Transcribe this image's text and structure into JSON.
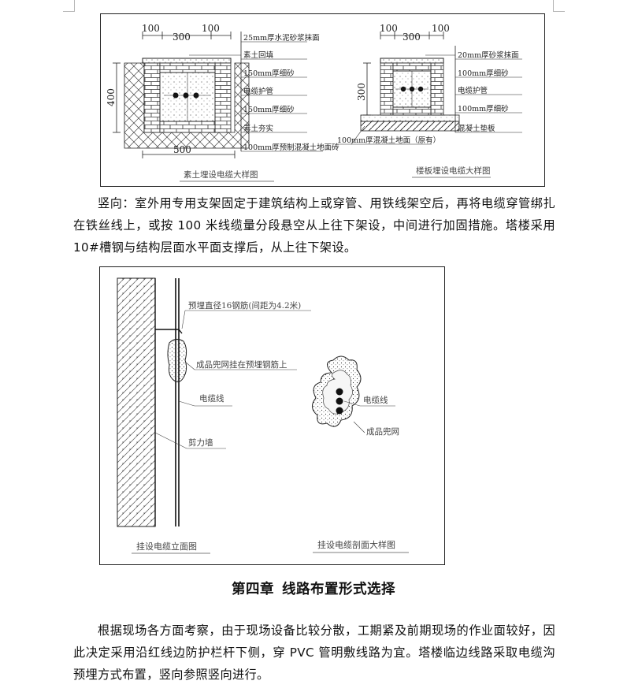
{
  "figure_top": {
    "left_section": {
      "dimensions": {
        "top_left": "100",
        "top_mid": "300",
        "top_right": "100",
        "side": "400",
        "bottom": "500"
      },
      "layers": [
        "25mm厚水泥砂浆抹面",
        "素土回填",
        "150mm厚细砂",
        "电缆护管",
        "150mm厚细砂",
        "素土夯实",
        "100mm厚预制混凝土地面砖"
      ],
      "caption": "素土埋设电缆大样图"
    },
    "right_section": {
      "dimensions": {
        "top_left": "100",
        "top_mid": "300",
        "top_right": "100",
        "side": "300"
      },
      "layers": [
        "20mm厚砂浆抹面",
        "100mm厚细砂",
        "电缆护管",
        "100mm厚细砂",
        "混凝土垫板"
      ],
      "bottom_label": "100mm厚混凝土地面（原有）",
      "caption": "楼板埋设电缆大样图"
    }
  },
  "paragraph_1": "竖向：室外用专用支架固定于建筑结构上或穿管、用铁线架空后，再将电缆穿管绑扎在铁丝线上，或按 100 米线缆量分段悬空从上往下架设，中间进行加固措施。塔楼采用 10#槽钢与结构层面水平面支撑后，从上往下架设。",
  "figure_bottom": {
    "labels": {
      "rebar": "预埋直径16钢筋(间距为4.2米)",
      "net_hanging": "成品兜网挂在预埋钢筋上",
      "cable": "电缆线",
      "shear_wall": "剪力墙",
      "section_cable": "电缆线",
      "section_net": "成品兜网"
    },
    "captions": {
      "elevation": "挂设电缆立面图",
      "section": "挂设电缆剖面大样图"
    }
  },
  "chapter": {
    "number": "第四章",
    "title": "线路布置形式选择"
  },
  "paragraph_2": "根据现场各方面考察，由于现场设备比较分散，工期紧及前期现场的作业面较好，因此决定采用沿红线边防护栏杆下侧，穿 PVC 管明敷线路为宜。塔楼临边线路采取电缆沟预埋方式布置，竖向参照竖向进行。"
}
